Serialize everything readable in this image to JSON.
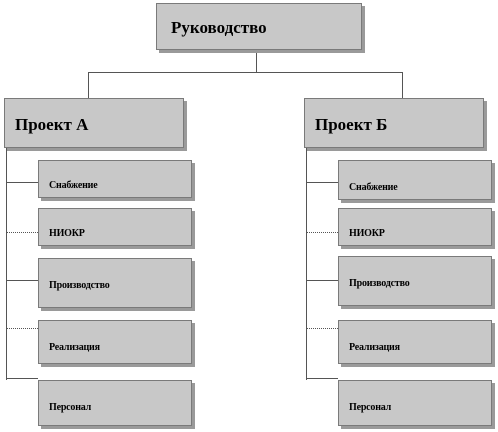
{
  "diagram": {
    "root": {
      "label": "Руководство"
    },
    "projects": [
      {
        "label": "Проект А",
        "departments": [
          "Снабжение",
          "НИОКР",
          "Производство",
          "Реализация",
          "Персонал"
        ]
      },
      {
        "label": "Проект Б",
        "departments": [
          "Снабжение",
          "НИОКР",
          "Производство",
          "Реализация",
          "Персонал"
        ]
      }
    ]
  },
  "colors": {
    "box_fill": "#c8c8c8",
    "box_border": "#7a7a7a",
    "shadow": "#9a9a9a",
    "connector": "#555555"
  }
}
